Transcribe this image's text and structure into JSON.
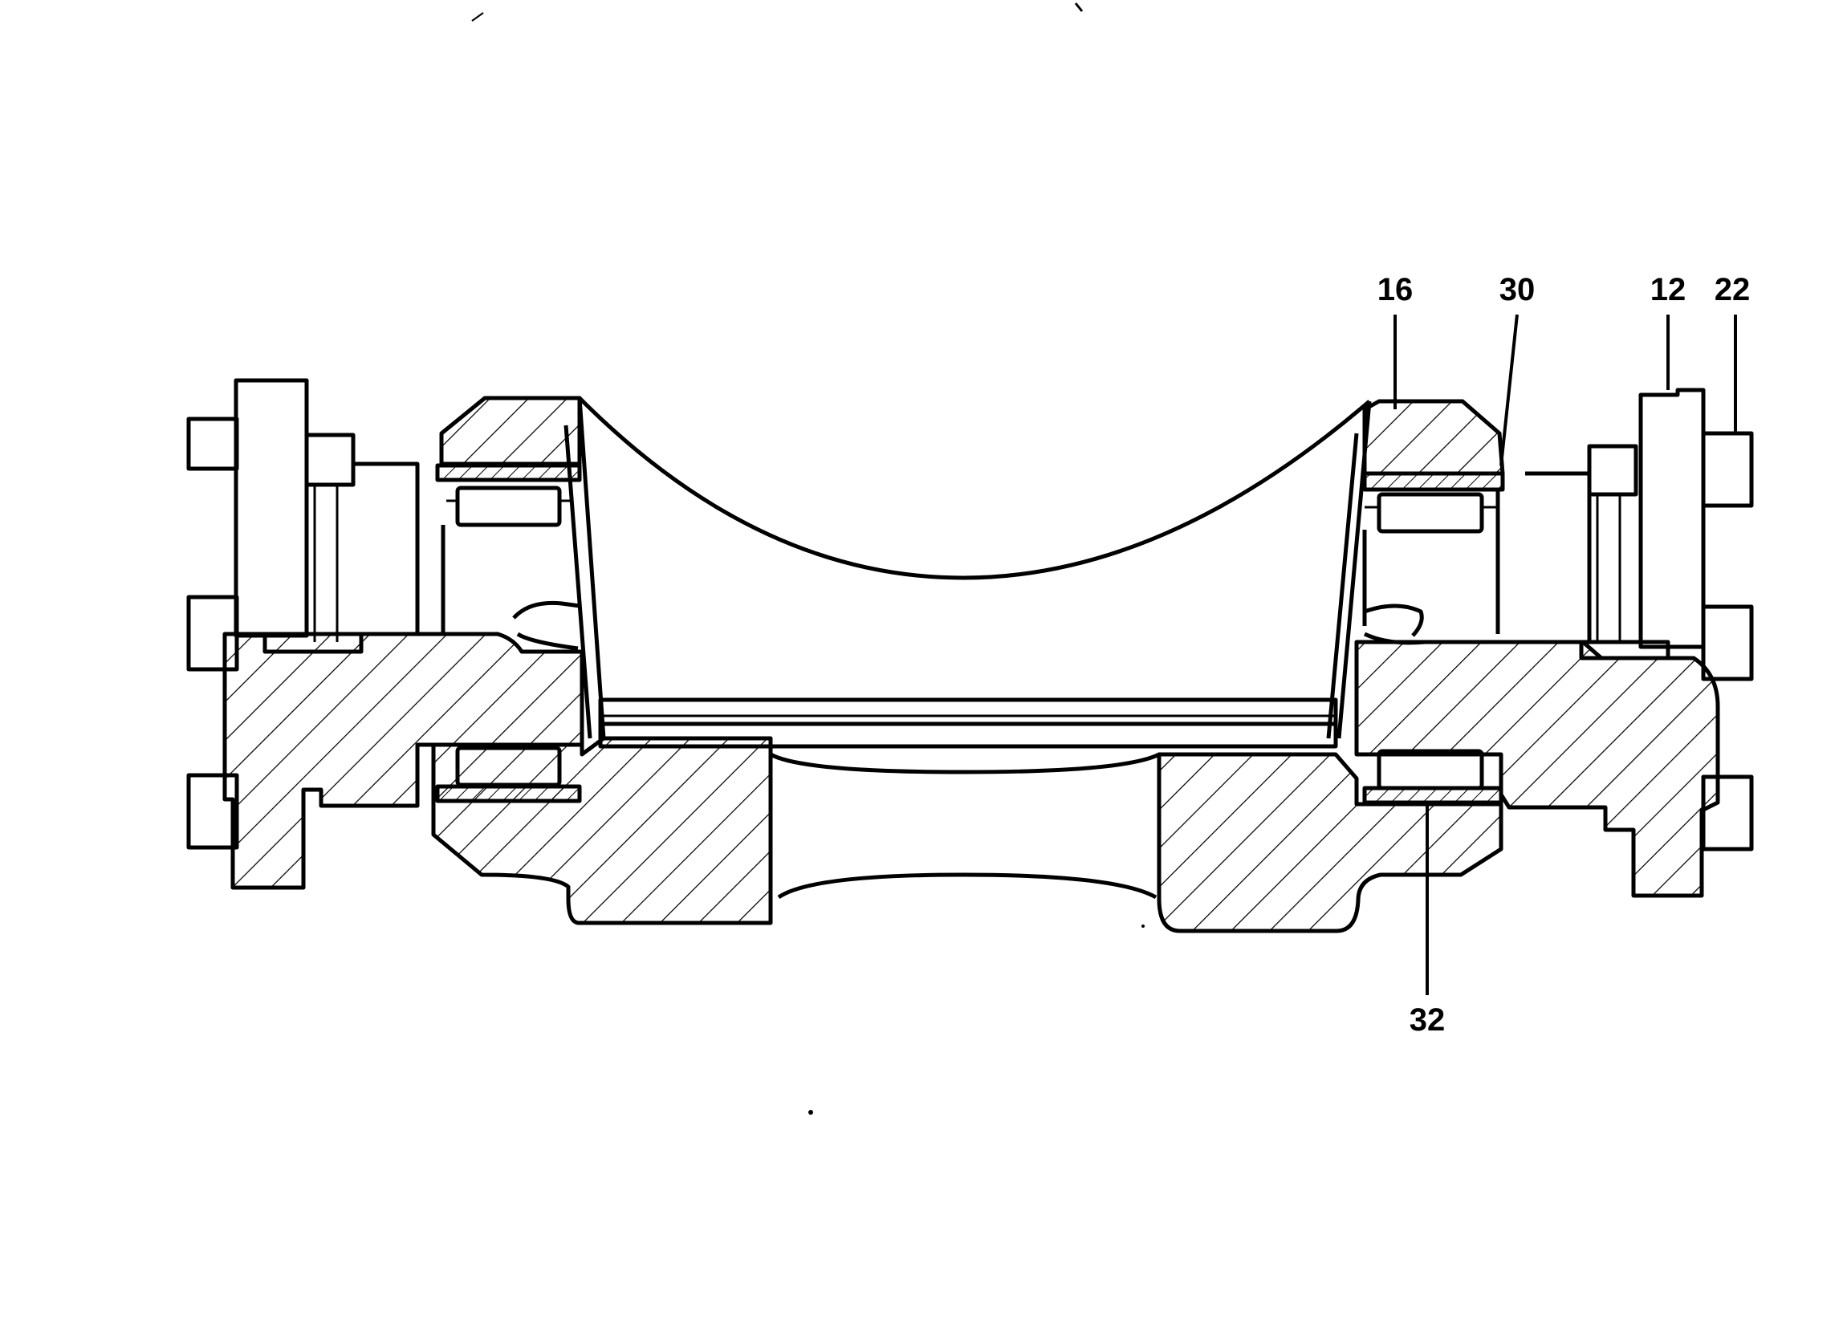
{
  "figure": {
    "reference_labels": [
      "16",
      "30",
      "12",
      "22",
      "32"
    ]
  }
}
